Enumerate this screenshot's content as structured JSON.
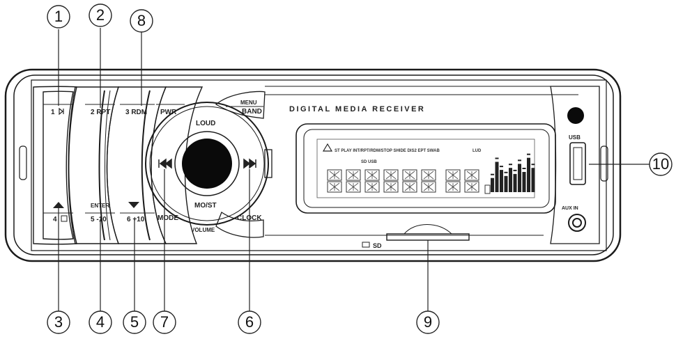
{
  "device": {
    "title": "DIGITAL MEDIA RECEIVER",
    "knob": {
      "top_label": "LOUD",
      "bottom_label": "MO/ST",
      "volume_label": "VOLUME",
      "prev_icon": "skip-previous-icon",
      "next_icon": "skip-next-icon"
    },
    "buttons": {
      "preset1": "1",
      "preset2": "2 RPT",
      "preset3": "3 RDM",
      "preset4": "4",
      "preset5": "5 -10",
      "preset6": "6 +10",
      "pwr": "PWR",
      "band": "BAND",
      "menu": "MENU",
      "mode": "MODE",
      "clock": "CLOCK",
      "enter": "ENTER"
    },
    "ports": {
      "usb": "USB",
      "aux": "AUX IN",
      "sd": "SD"
    },
    "lcd": {
      "indicators": "ST  PLAY  INT/RPT/RDM/STOP  SHIDE  DIS2  EPT  SWAB",
      "sub_indicators": "SD  USB",
      "right_label": "LUD"
    },
    "eq_bars": [
      0.35,
      0.75,
      0.55,
      0.4,
      0.6,
      0.45,
      0.7,
      0.5,
      0.85,
      0.6
    ],
    "colors": {
      "stroke": "#1a1a1a",
      "knob_center": "#0a0a0a",
      "line": "#222222"
    }
  },
  "callouts": [
    "1",
    "2",
    "8",
    "3",
    "4",
    "5",
    "7",
    "6",
    "9",
    "10"
  ]
}
